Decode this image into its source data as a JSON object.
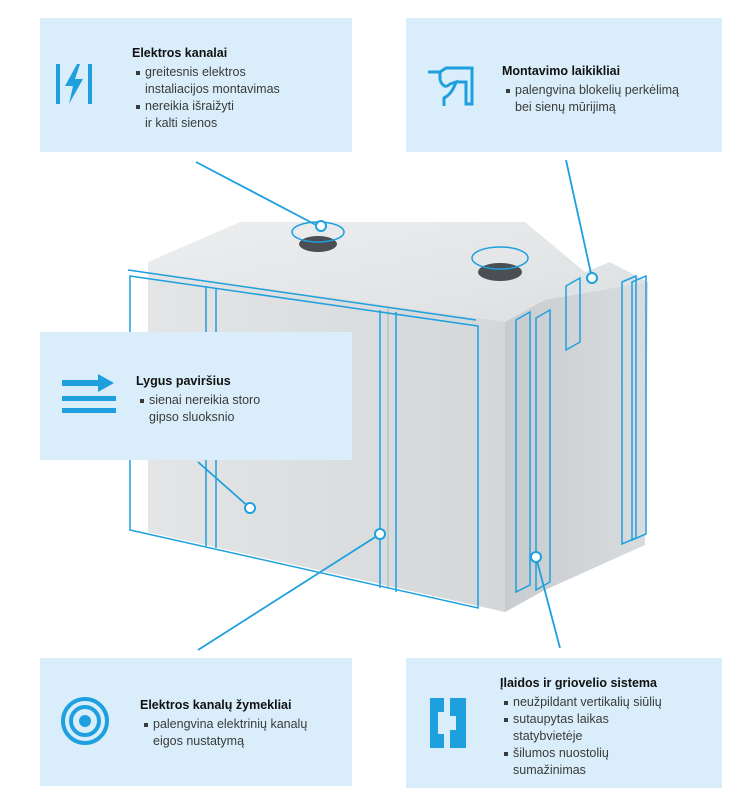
{
  "callouts": {
    "electrical_channels": {
      "title": "Elektros kanalai",
      "items": [
        "greitesnis elektros\ninstaliacijos montavimas",
        "nereikia išraižyti\nir kalti sienos"
      ],
      "icon": "lightning-channel-icon"
    },
    "mounting_handles": {
      "title": "Montavimo laikikliai",
      "items": [
        "palengvina blokelių perkėlimą\nbei sienų mūrijimą"
      ],
      "icon": "hand-grip-icon"
    },
    "smooth_surface": {
      "title": "Lygus paviršius",
      "items": [
        "sienai nereikia storo\ngipso sluoksnio"
      ],
      "icon": "arrow-lines-icon"
    },
    "channel_markers": {
      "title": "Elektros kanalų žymekliai",
      "items": [
        "palengvina elektrinių kanalų\neigos nustatymą"
      ],
      "icon": "target-rings-icon"
    },
    "tongue_groove": {
      "title": "Įlaidos ir griovelio sistema",
      "items": [
        "neužpildant vertikalių siūlių",
        "sutaupytas laikas\nstatybvietėje",
        "šilumos nuostolių\nsumažinimas"
      ],
      "icon": "tongue-groove-icon"
    }
  },
  "colors": {
    "accent": "#1ea0df",
    "panel": "#d9eefa"
  }
}
